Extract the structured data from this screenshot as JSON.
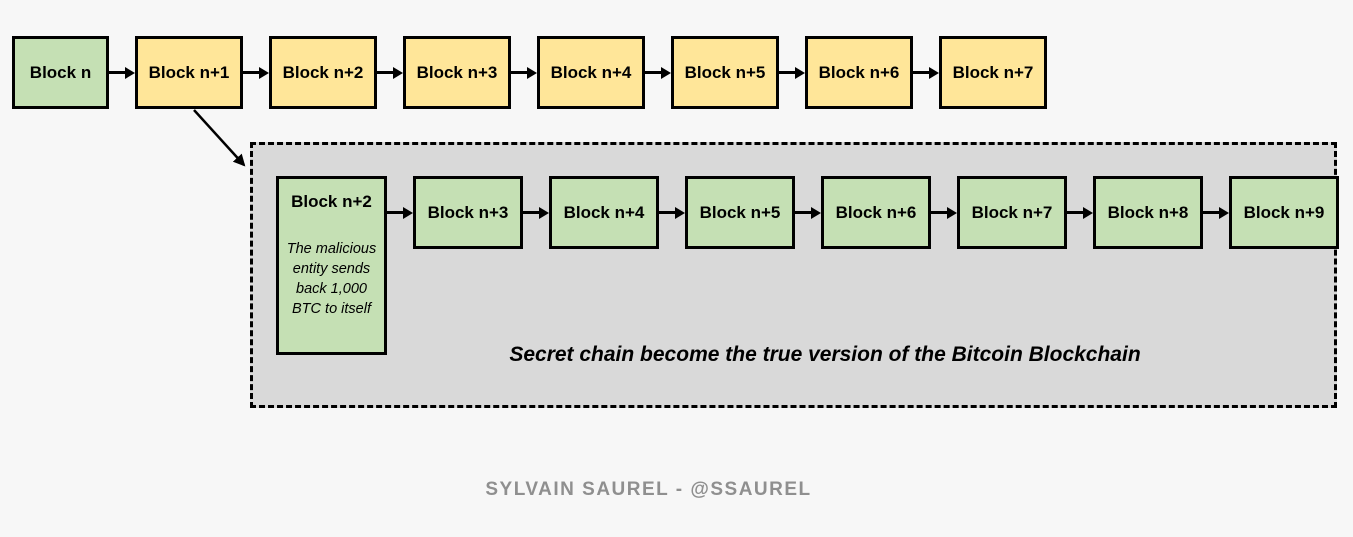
{
  "colors": {
    "page_bg": "#f7f7f7",
    "block_green": "#c5e0b4",
    "block_yellow": "#ffe699",
    "secret_box_bg": "#d9d9d9",
    "border": "#000000",
    "footer_text": "#8f8f8f"
  },
  "main_chain": {
    "blocks": [
      {
        "label": "Block n"
      },
      {
        "label": "Block n+1"
      },
      {
        "label": "Block n+2"
      },
      {
        "label": "Block n+3"
      },
      {
        "label": "Block n+4"
      },
      {
        "label": "Block n+5"
      },
      {
        "label": "Block n+6"
      },
      {
        "label": "Block n+7"
      }
    ]
  },
  "secret_chain": {
    "blocks": [
      {
        "label": "Block n+2",
        "note": "The malicious entity sends back 1,000 BTC to itself"
      },
      {
        "label": "Block n+3"
      },
      {
        "label": "Block n+4"
      },
      {
        "label": "Block n+5"
      },
      {
        "label": "Block n+6"
      },
      {
        "label": "Block n+7"
      },
      {
        "label": "Block n+8"
      },
      {
        "label": "Block n+9"
      }
    ],
    "caption": "Secret chain become the true version of the Bitcoin Blockchain"
  },
  "footer": {
    "credit": "SYLVAIN SAUREL - @SSAUREL"
  }
}
